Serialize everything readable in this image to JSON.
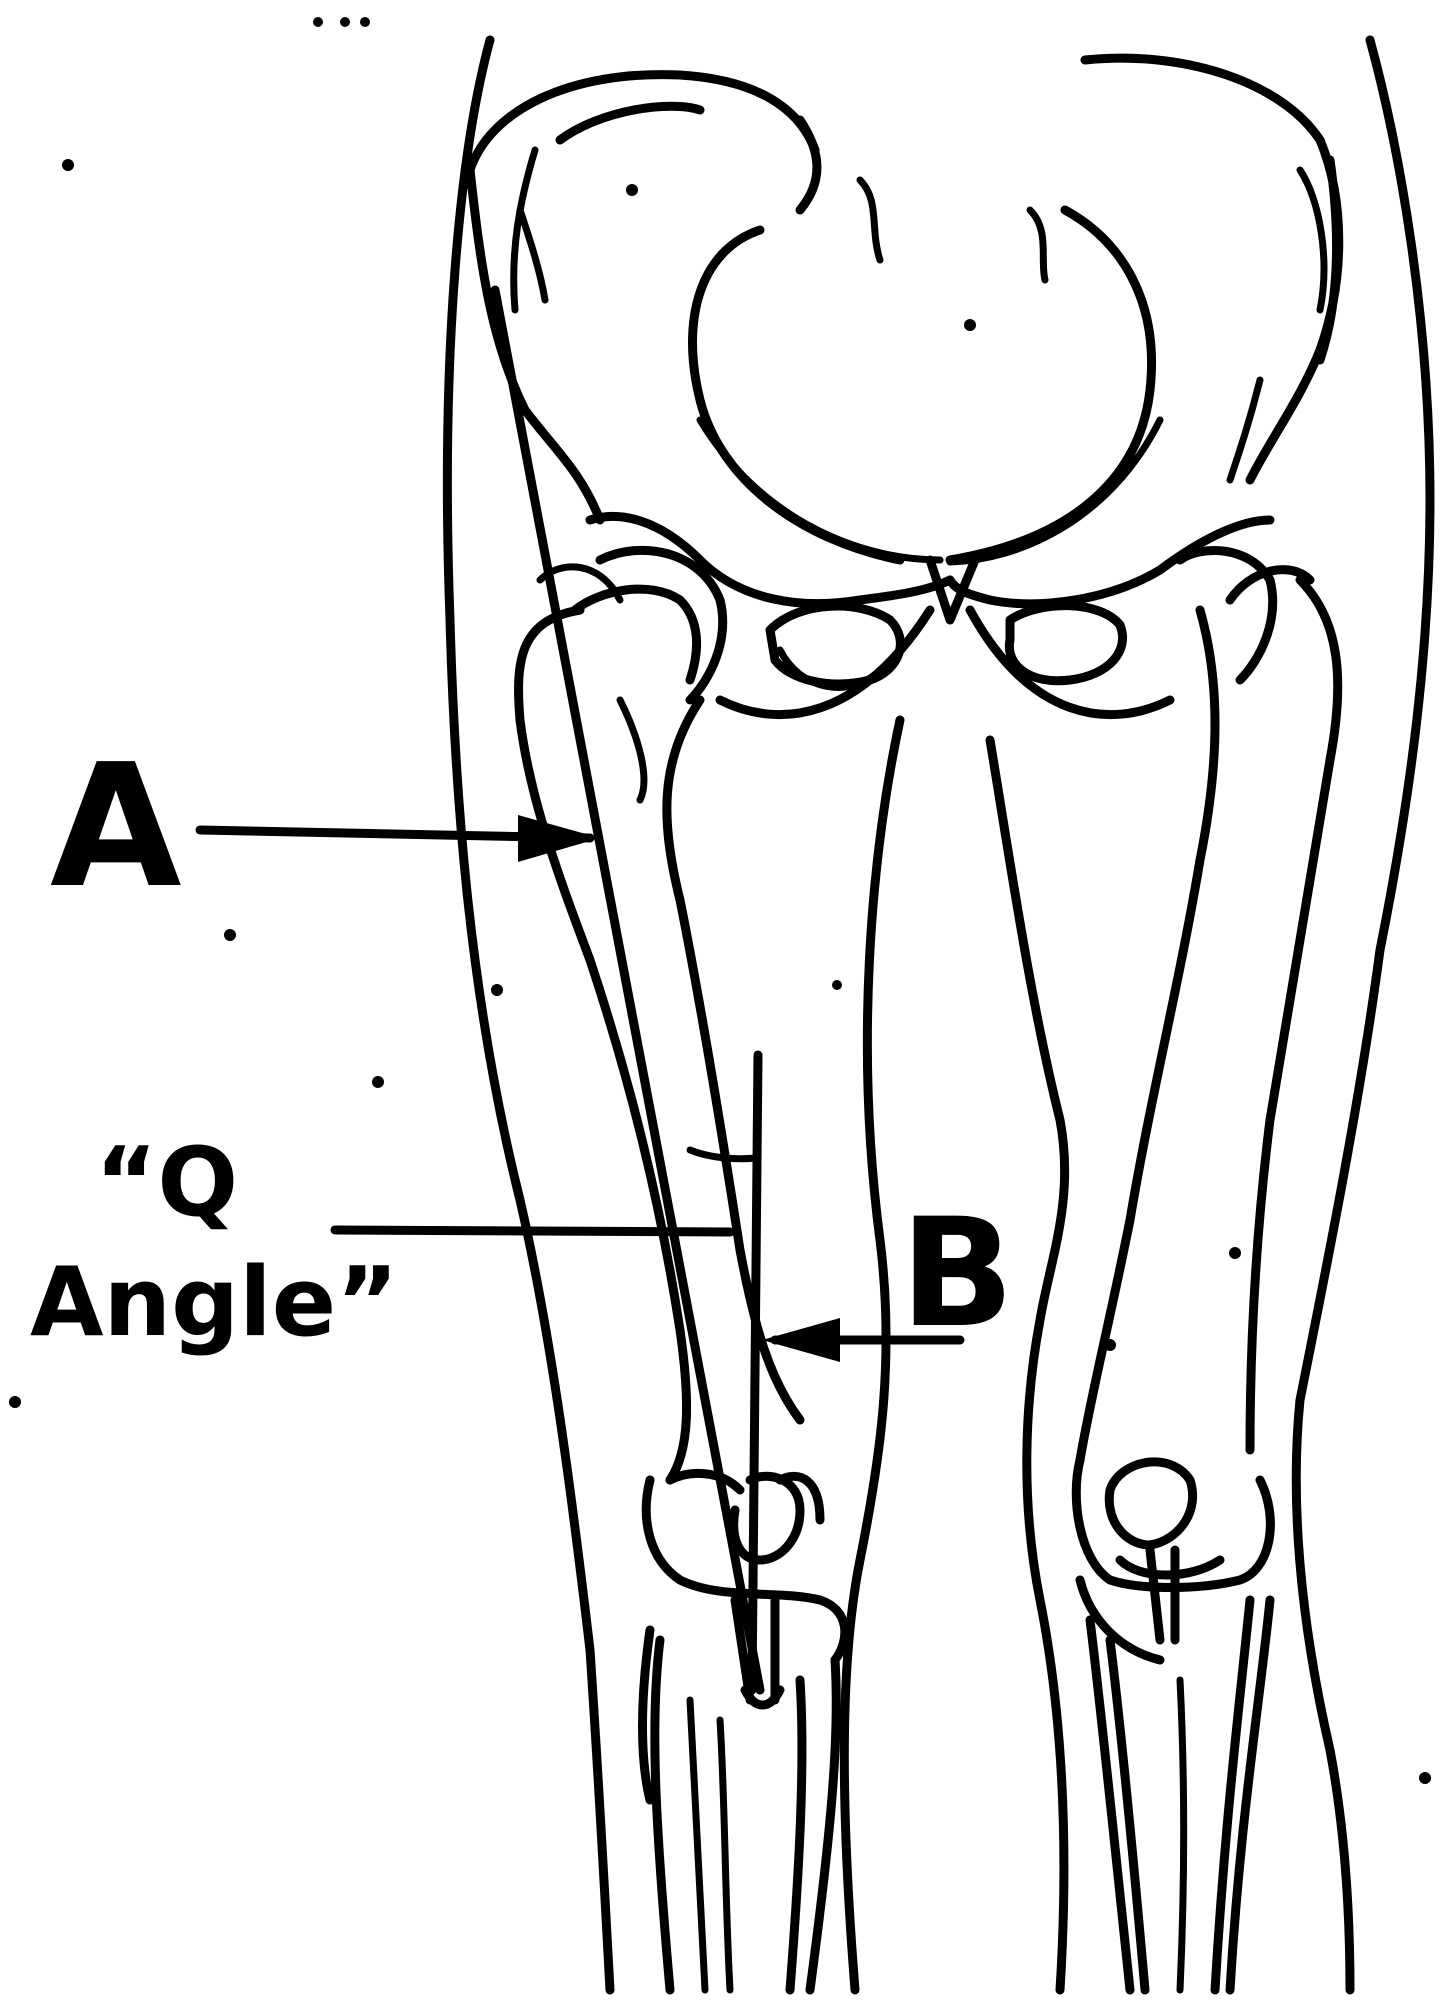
{
  "diagram": {
    "labels": {
      "a": "A",
      "b": "B",
      "q_line1": "“Q",
      "q_line2": "Angle”"
    },
    "colors": {
      "ink": "#000000",
      "background": "#ffffff"
    }
  }
}
